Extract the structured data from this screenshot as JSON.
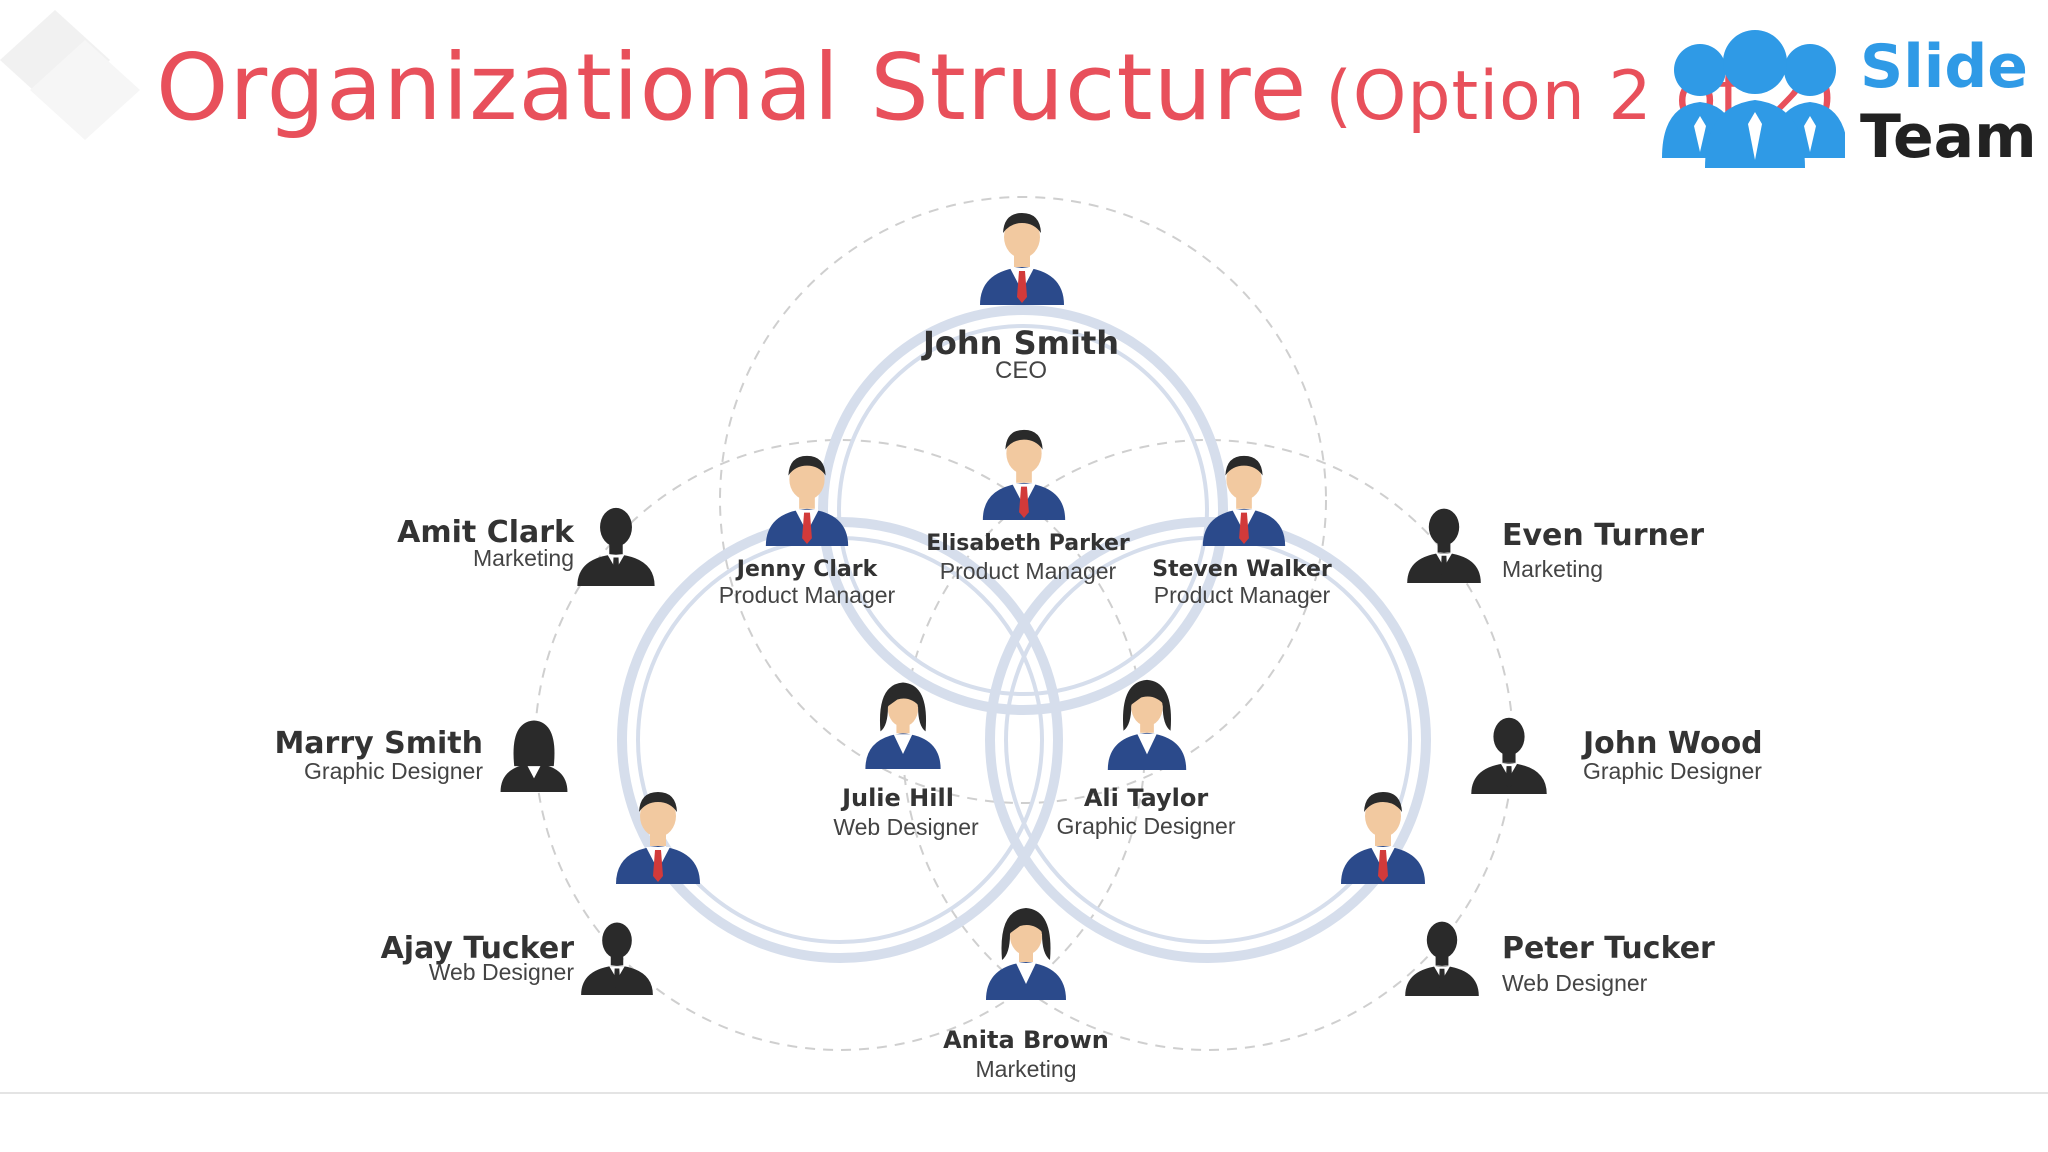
{
  "title": {
    "main": "Organizational Structure",
    "sub": "(Option 2 of 2)"
  },
  "logo": {
    "line1": "Slide",
    "line2": "Team"
  },
  "colors": {
    "title": "#e8505b",
    "logo_blue": "#2f9ae6",
    "ring": "#d6deec",
    "dashed": "#c8c8c8",
    "suit": "#2b4a8b",
    "silhouette": "#2a2a2a"
  },
  "people": {
    "ceo": {
      "name": "John Smith",
      "role": "CEO"
    },
    "jenny": {
      "name": "Jenny Clark",
      "role": "Product Manager"
    },
    "elisabeth": {
      "name": "Elisabeth Parker",
      "role": "Product Manager"
    },
    "steven": {
      "name": "Steven Walker",
      "role": "Product Manager"
    },
    "julie": {
      "name": "Julie Hill",
      "role": "Web Designer"
    },
    "ali": {
      "name": "Ali Taylor",
      "role": "Graphic Designer"
    },
    "anita": {
      "name": "Anita Brown",
      "role": "Marketing"
    },
    "amit": {
      "name": "Amit Clark",
      "role": "Marketing"
    },
    "marry": {
      "name": "Marry Smith",
      "role": "Graphic Designer"
    },
    "ajay": {
      "name": "Ajay Tucker",
      "role": "Web Designer"
    },
    "even": {
      "name": "Even Turner",
      "role": "Marketing"
    },
    "johnwood": {
      "name": "John Wood",
      "role": "Graphic Designer"
    },
    "peter": {
      "name": "Peter Tucker",
      "role": "Web Designer"
    }
  }
}
